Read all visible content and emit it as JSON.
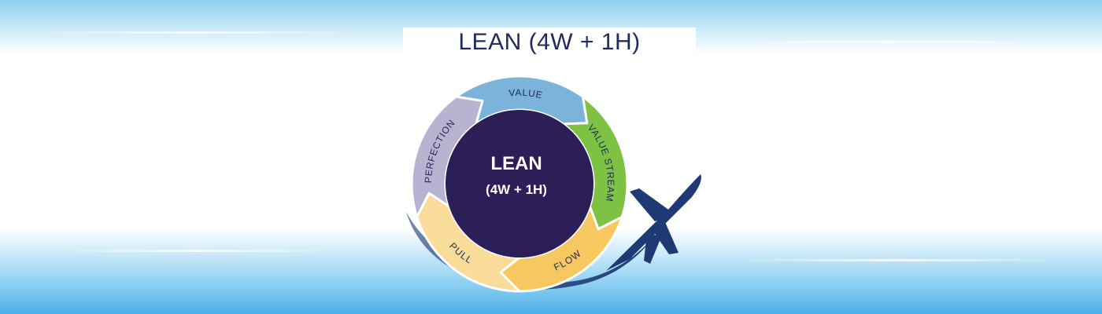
{
  "title": "LEAN (4W + 1H)",
  "center": {
    "line1": "LEAN",
    "line2": "(4W + 1H)"
  },
  "steps": [
    {
      "label": "VALUE",
      "color": "#7bb3db"
    },
    {
      "label": "VALUE STREAM",
      "color": "#7dc242"
    },
    {
      "label": "FLOW",
      "color": "#f6c85f"
    },
    {
      "label": "PULL",
      "color": "#f9dc9a"
    },
    {
      "label": "PERFECTION",
      "color": "#b8b3d1"
    }
  ],
  "colors": {
    "center": "#2c1f57",
    "text": "#232a5c",
    "airplane": "#1d3a74"
  },
  "icons": {
    "airplane": "airplane-icon"
  }
}
